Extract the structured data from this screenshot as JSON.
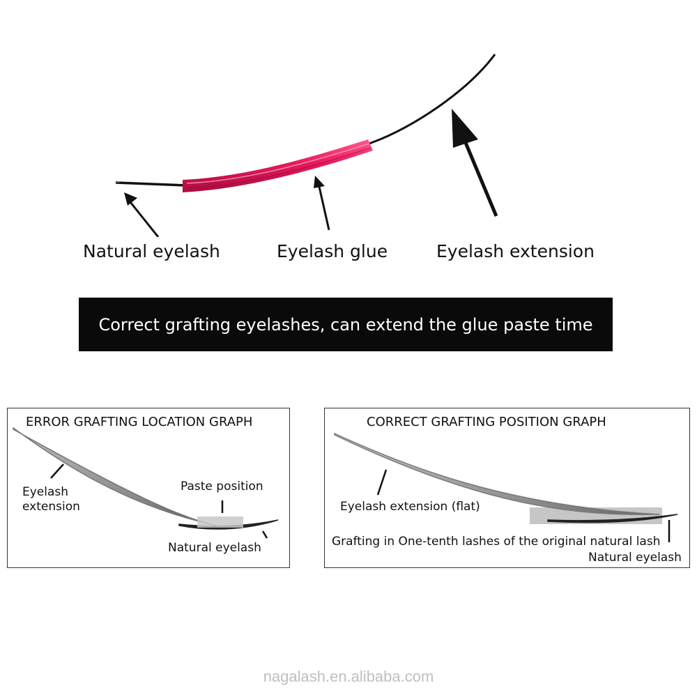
{
  "top_diagram": {
    "labels": {
      "natural_eyelash": "Natural  eyelash",
      "eyelash_glue": "Eyelash glue",
      "eyelash_extension": "Eyelash extension"
    },
    "glue_color": "#e8195c"
  },
  "banner": {
    "text": "Correct grafting eyelashes, can extend the glue paste time"
  },
  "error_panel": {
    "title": "ERROR GRAFTING LOCATION GRAPH",
    "extension_label_line1": "Eyelash",
    "extension_label_line2": "extension",
    "paste_label": "Paste position",
    "natural_label": "Natural  eyelash"
  },
  "correct_panel": {
    "title": "CORRECT GRAFTING POSITION GRAPH",
    "extension_label": "Eyelash extension  (flat)",
    "grafting_note": "Grafting in One-tenth lashes of the original natural lash",
    "natural_label": "Natural eyelash"
  },
  "watermark": "nagalash.en.alibaba.com"
}
